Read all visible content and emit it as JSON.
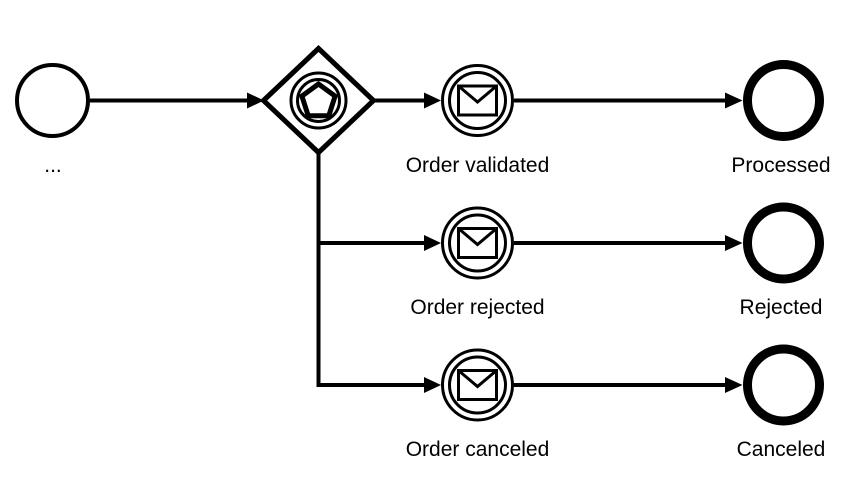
{
  "diagram": {
    "background_color": "#ffffff",
    "line_color": "#000000",
    "start_event": {
      "label": "...",
      "icon": "circle-start-event-icon"
    },
    "gateway": {
      "icon": "event-based-gateway-pentagon-icon"
    },
    "branches": [
      {
        "message_event_label": "Order validated",
        "message_event_icon": "message-envelope-icon",
        "end_event_label": "Processed"
      },
      {
        "message_event_label": "Order rejected",
        "message_event_icon": "message-envelope-icon",
        "end_event_label": "Rejected"
      },
      {
        "message_event_label": "Order canceled",
        "message_event_icon": "message-envelope-icon",
        "end_event_label": "Canceled"
      }
    ]
  }
}
